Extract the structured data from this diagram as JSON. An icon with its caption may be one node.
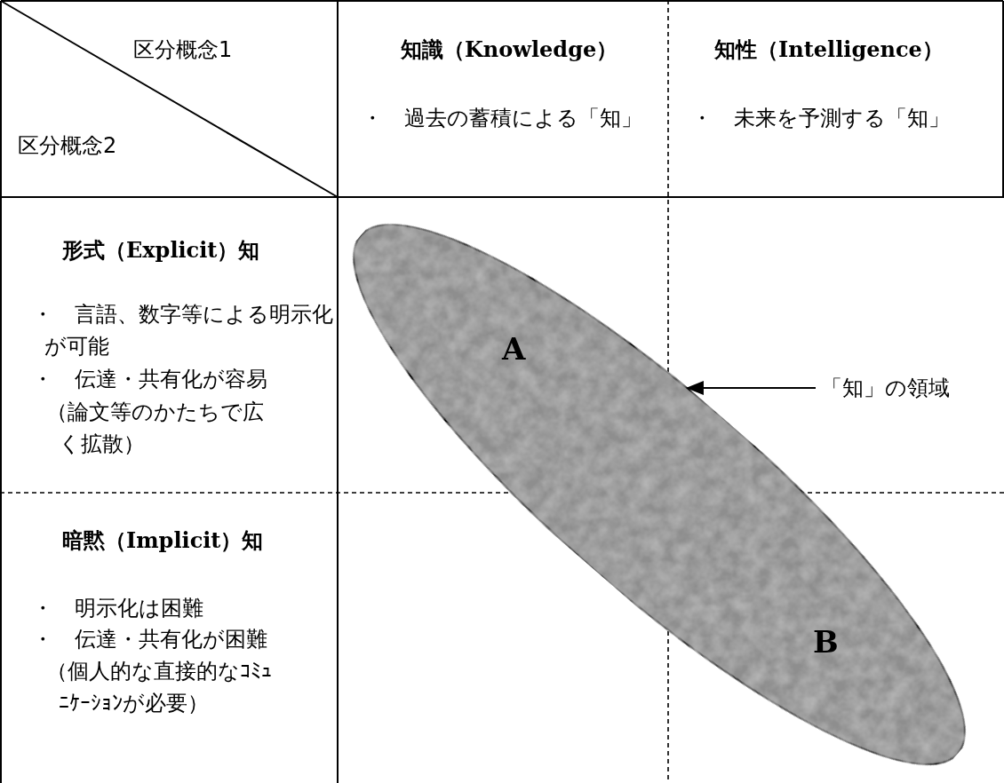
{
  "diagram": {
    "nodes": [
      {
        "text": [
          "区分概念1",
          "区分概念2"
        ]
      },
      {
        "text": [
          "知識（Knowledge）",
          "・　過去の蓄積による「知」"
        ]
      },
      {
        "text": [
          "知性（Intelligence）",
          "・　未来を予測する「知」"
        ]
      },
      {
        "text": [
          "形式（Explicit）知",
          "・　言語、数字等による明示化が可能",
          "・　伝達・共有化が容易",
          "（論文等のかたちで広く拡散）"
        ]
      },
      {
        "text": [
          "暗黙（Implicit）知",
          "・　明示化は困難",
          "・　伝達・共有化が困難",
          "（個人的な直接的なｺﾐｭﾆｹｰｼｮﾝが必要）"
        ]
      },
      {
        "text": [
          "A",
          "B"
        ]
      },
      {
        "text": [
          "「知」の領域"
        ]
      }
    ],
    "edges": [
      {
        "from": 6,
        "to": 5,
        "arrow": "to"
      }
    ]
  }
}
